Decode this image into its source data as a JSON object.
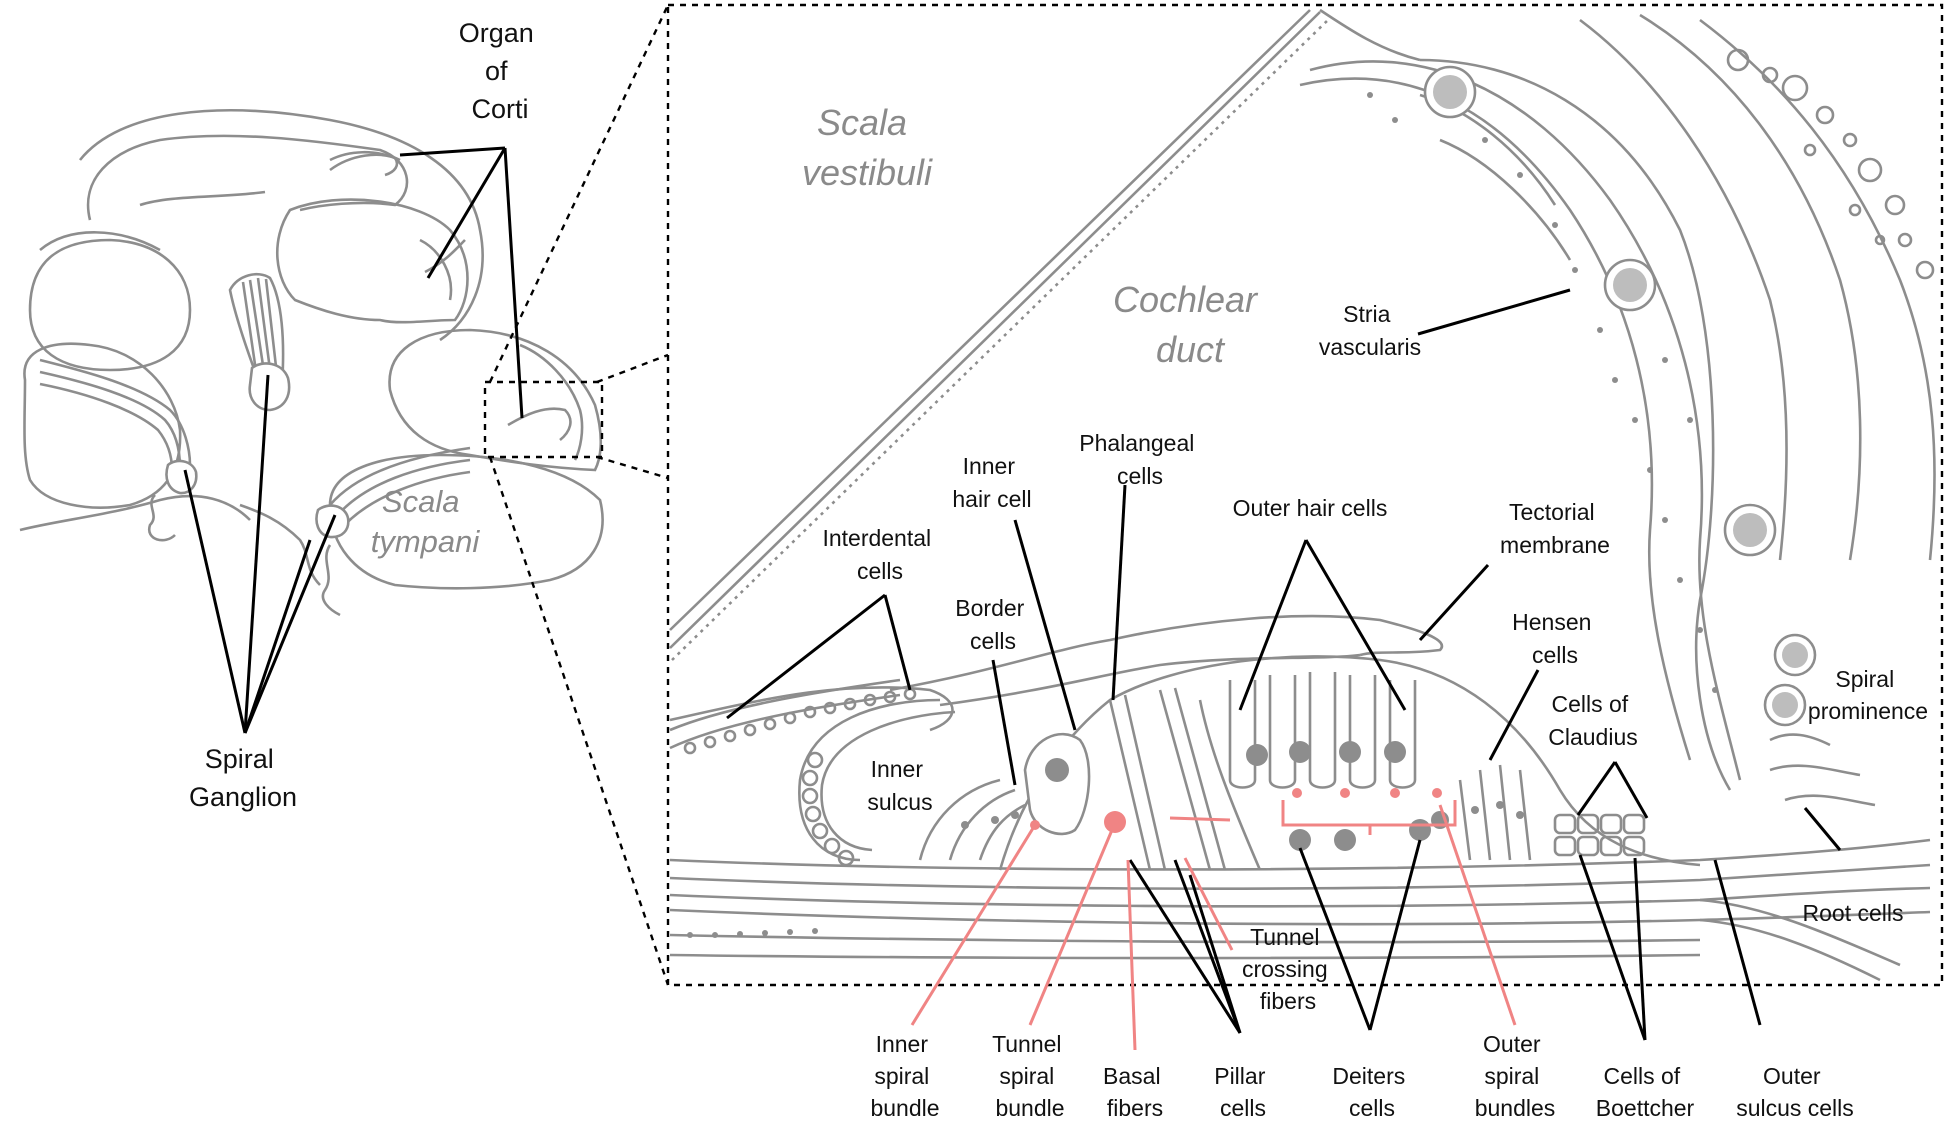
{
  "overview": {
    "organ_of_corti": [
      "Organ",
      "of",
      "Corti"
    ],
    "spiral_ganglion": [
      "Spiral",
      "Ganglion"
    ],
    "scala_tympani": [
      "Scala",
      "tympani"
    ]
  },
  "detail": {
    "scala_vestibuli": [
      "Scala",
      "vestibuli"
    ],
    "cochlear_duct": [
      "Cochlear",
      "duct"
    ],
    "labels": {
      "stria_vascularis": [
        "Stria",
        "vascularis"
      ],
      "spiral_prominence": [
        "Spiral",
        "prominence"
      ],
      "root_cells": [
        "Root cells"
      ],
      "tectorial_membrane": [
        "Tectorial",
        "membrane"
      ],
      "outer_hair_cells": [
        "Outer hair cells"
      ],
      "phalangeal_cells": [
        "Phalangeal",
        "cells"
      ],
      "inner_hair_cell": [
        "Inner",
        "hair cell"
      ],
      "interdental_cells": [
        "Interdental",
        "cells"
      ],
      "border_cells": [
        "Border",
        "cells"
      ],
      "inner_sulcus": [
        "Inner",
        "sulcus"
      ],
      "hensen_cells": [
        "Hensen",
        "cells"
      ],
      "cells_of_claudius": [
        "Cells of",
        "Claudius"
      ],
      "tunnel_crossing_fibers": [
        "Tunnel",
        "crossing",
        "fibers"
      ]
    },
    "bottom_labels": {
      "inner_spiral_bundle": [
        "Inner",
        "spiral",
        "bundle"
      ],
      "tunnel_spiral_bundle": [
        "Tunnel",
        "spiral",
        "bundle"
      ],
      "basal_fibers": [
        "Basal",
        "fibers"
      ],
      "pillar_cells": [
        "Pillar",
        "cells"
      ],
      "deiters_cells": [
        "Deiters",
        "cells"
      ],
      "outer_spiral_bundles": [
        "Outer",
        "spiral",
        "bundles"
      ],
      "cells_of_boettcher": [
        "Cells of",
        "Boettcher"
      ],
      "outer_sulcus_cells": [
        "Outer",
        "sulcus cells"
      ]
    }
  },
  "colors": {
    "tissue": "#8d8d8d",
    "leader": "#000000",
    "fiber_highlight": "#f08484",
    "region_text": "#8a8a8a"
  }
}
